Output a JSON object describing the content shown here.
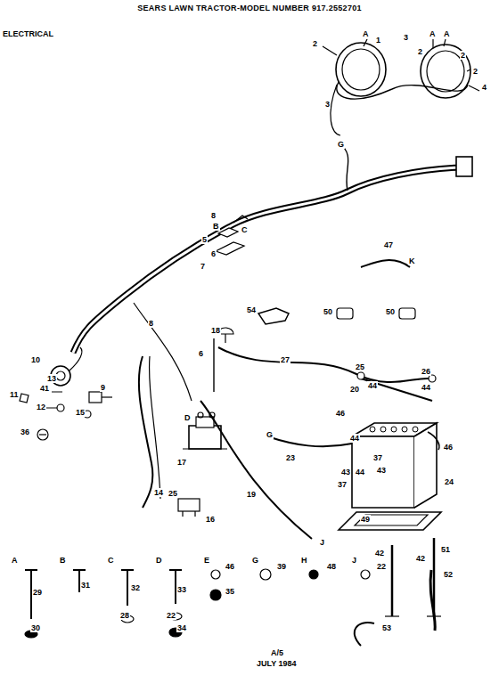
{
  "diagram": {
    "title": "SEARS LAWN TRACTOR-MODEL NUMBER 917.2552701",
    "labels": [
      "ELECTRICAL",
      "2",
      "A",
      "1",
      "3",
      "A",
      "A",
      "2",
      "2",
      "2",
      "4",
      "3",
      "G",
      "8",
      "B",
      "C",
      "5",
      "6",
      "7",
      "47",
      "K",
      "54",
      "50",
      "50",
      "8",
      "18",
      "6",
      "27",
      "10",
      "13",
      "41",
      "9",
      "11",
      "12",
      "15",
      "36",
      "25",
      "26",
      "20",
      "44",
      "44",
      "D",
      "46",
      "44",
      "G",
      "46",
      "37",
      "43",
      "44",
      "43",
      "37",
      "23",
      "17",
      "24",
      "14",
      "25",
      "16",
      "19",
      "49",
      "J",
      "51",
      "42",
      "42",
      "52",
      "53",
      "A",
      "B",
      "C",
      "D",
      "E",
      "G",
      "H",
      "J",
      "29",
      "30",
      "31",
      "32",
      "28",
      "22",
      "33",
      "34",
      "46",
      "35",
      "39",
      "48",
      "22",
      "A/5",
      "JULY 1984"
    ]
  }
}
